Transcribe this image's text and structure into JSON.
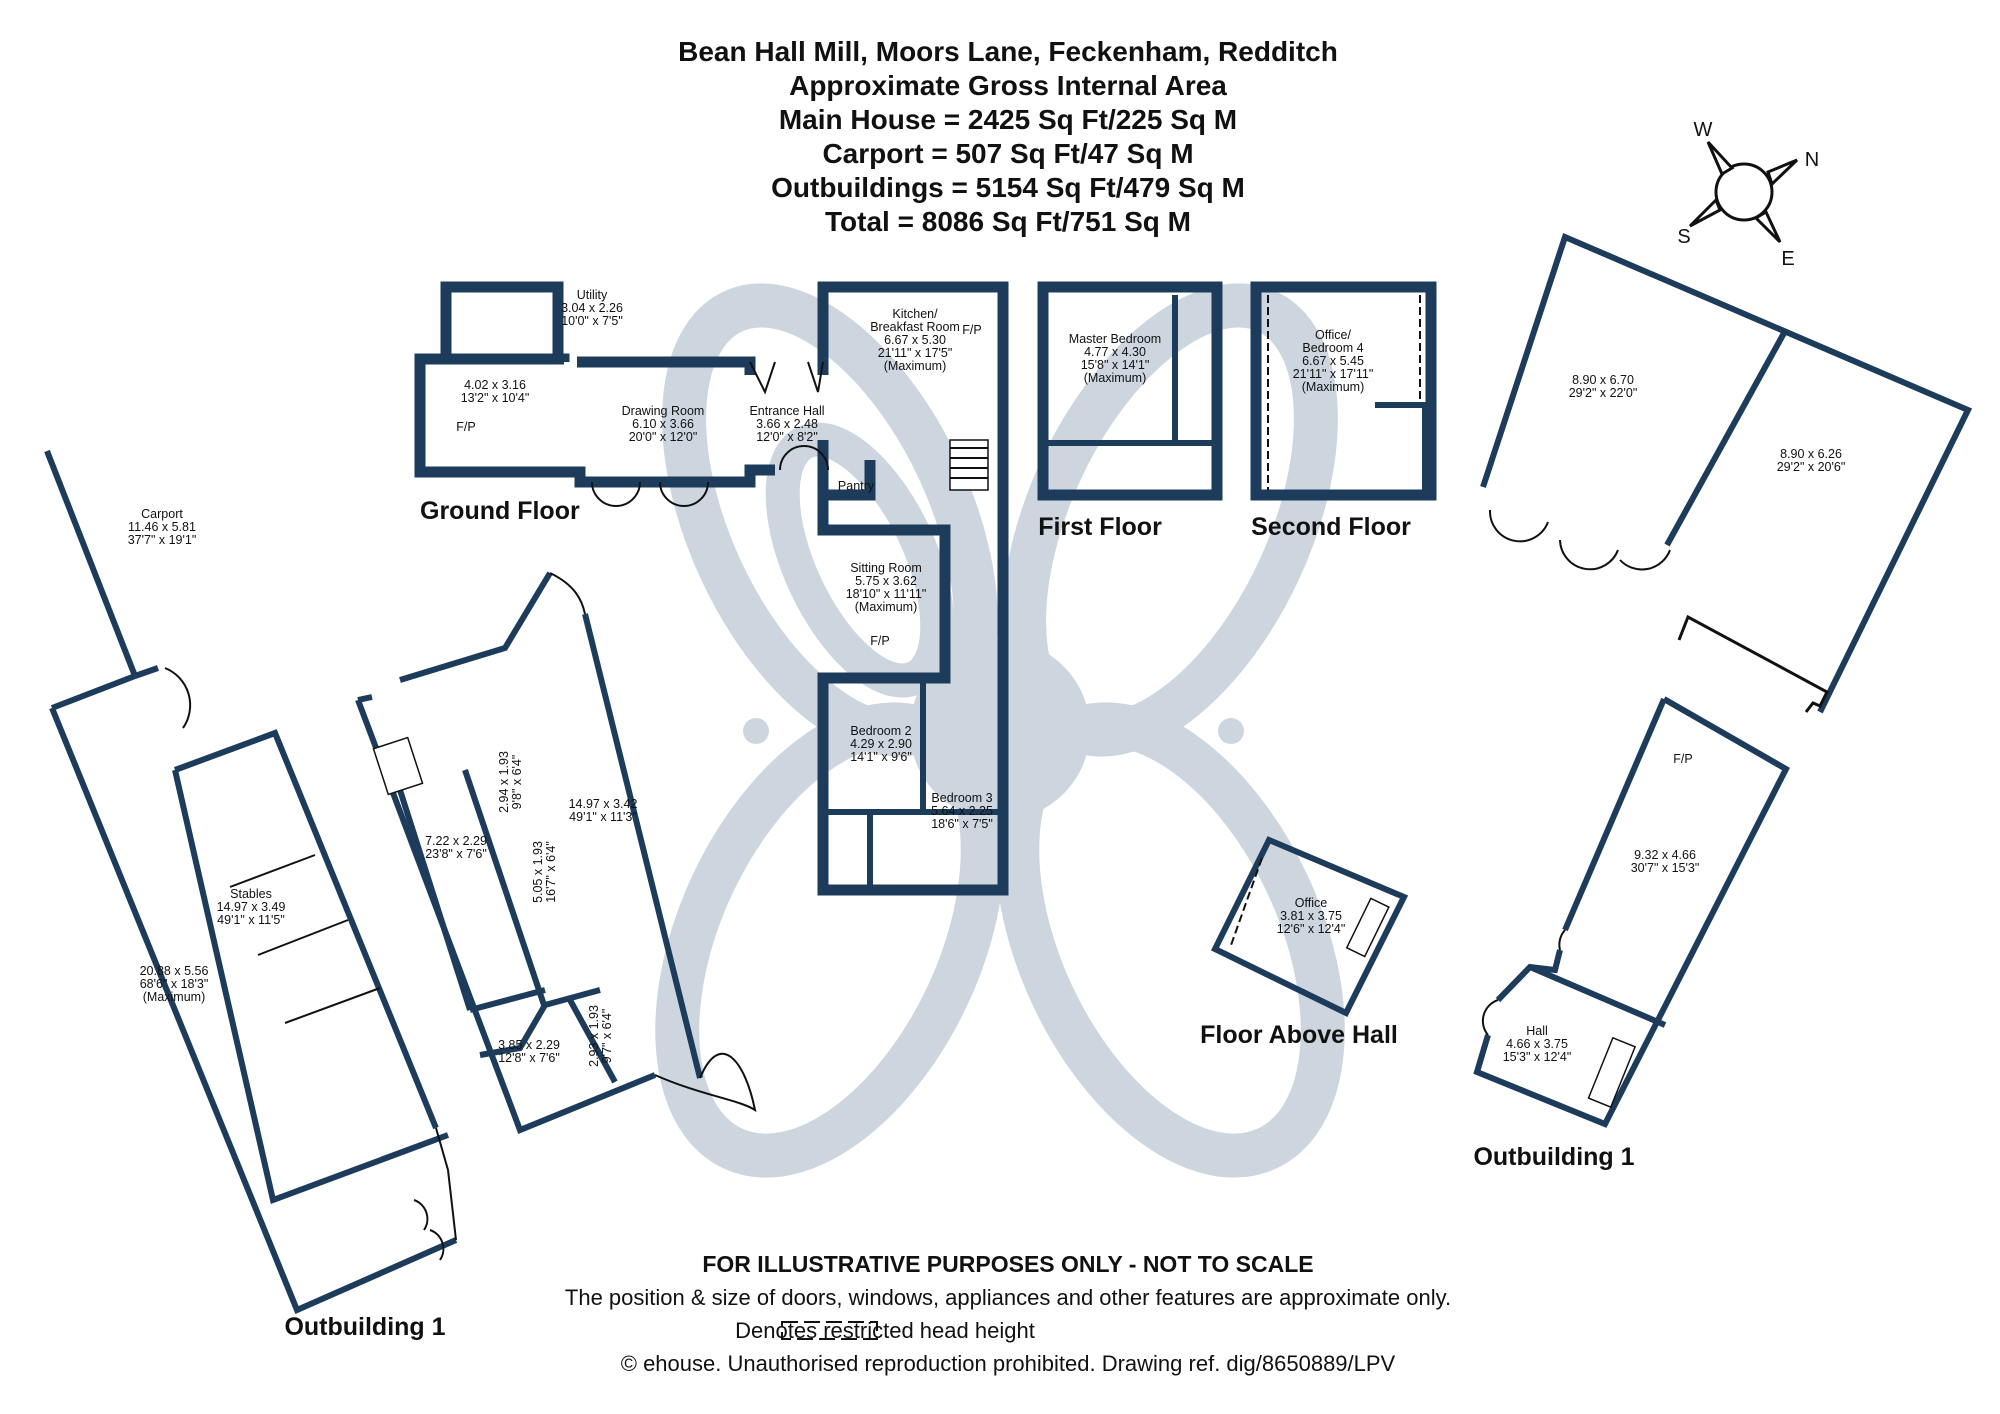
{
  "header": {
    "lines": [
      "Bean Hall Mill, Moors Lane, Feckenham, Redditch",
      "Approximate Gross Internal Area",
      "Main House = 2425 Sq Ft/225 Sq M",
      "Carport = 507 Sq Ft/47 Sq M",
      "Outbuildings = 5154 Sq Ft/479 Sq M",
      "Total = 8086 Sq Ft/751 Sq M"
    ]
  },
  "compass": {
    "n": "N",
    "e": "E",
    "s": "S",
    "w": "W"
  },
  "floors": {
    "ground": "Ground Floor",
    "first": "First Floor",
    "second": "Second Floor",
    "above_hall": "Floor Above Hall",
    "outbuilding_left": "Outbuilding 1",
    "outbuilding_right": "Outbuilding 1"
  },
  "rooms": {
    "utility": [
      "Utility",
      "3.04 x 2.26",
      "10'0\" x 7'5\""
    ],
    "room_a": [
      "4.02 x 3.16",
      "13'2\" x 10'4\""
    ],
    "fp_a": "F/P",
    "drawing": [
      "Drawing Room",
      "6.10 x 3.66",
      "20'0\" x 12'0\""
    ],
    "entrance": [
      "Entrance Hall",
      "3.66 x 2.48",
      "12'0\" x 8'2\""
    ],
    "kitchen": [
      "Kitchen/",
      "Breakfast Room",
      "6.67 x 5.30",
      "21'11\" x 17'5\"",
      "(Maximum)"
    ],
    "fp_kitchen": "F/P",
    "pantry": "Pantry",
    "sitting": [
      "Sitting Room",
      "5.75 x 3.62",
      "18'10\" x 11'11\"",
      "(Maximum)"
    ],
    "fp_sitting": "F/P",
    "bedroom2": [
      "Bedroom 2",
      "4.29 x 2.90",
      "14'1\" x 9'6\""
    ],
    "bedroom3": [
      "Bedroom 3",
      "5.64 x 2.25",
      "18'6\" x 7'5\""
    ],
    "master": [
      "Master Bedroom",
      "4.77 x 4.30",
      "15'8\" x 14'1\"",
      "(Maximum)"
    ],
    "office_bed4": [
      "Office/",
      "Bedroom 4",
      "6.67 x 5.45",
      "21'11\" x 17'11\"",
      "(Maximum)"
    ],
    "carport": [
      "Carport",
      "11.46 x 5.81",
      "37'7\" x 19'1\""
    ],
    "big_outbuilding": [
      "20.88 x 5.56",
      "68'6\" x 18'3\"",
      "(Maximum)"
    ],
    "stables": [
      "Stables",
      "14.97 x 3.49",
      "49'1\" x 11'5\""
    ],
    "ob_main": [
      "14.97 x 3.42",
      "49'1\" x 11'3\""
    ],
    "ob_store": [
      "7.22 x 2.29",
      "23'8\" x 7'6\""
    ],
    "ob_r1": [
      "2.94 x 1.93",
      "9'8\" x 6'4\""
    ],
    "ob_r2": [
      "5.05 x 1.93",
      "16'7\" x 6'4\""
    ],
    "ob_r3": [
      "3.85 x 2.29",
      "12'8\" x 7'6\""
    ],
    "ob_r4": [
      "2.93 x 1.93",
      "9'7\" x 6'4\""
    ],
    "barn_a": [
      "8.90 x 6.70",
      "29'2\" x 22'0\""
    ],
    "barn_b": [
      "8.90 x 6.26",
      "29'2\" x 20'6\""
    ],
    "ob2_main": [
      "9.32 x 4.66",
      "30'7\" x 15'3\""
    ],
    "fp_ob2": "F/P",
    "hall": [
      "Hall",
      "4.66 x 3.75",
      "15'3\" x 12'4\""
    ],
    "office": [
      "Office",
      "3.81 x 3.75",
      "12'6\" x 12'4\""
    ]
  },
  "footer": {
    "disclaimer": "FOR ILLUSTRATIVE PURPOSES ONLY - NOT TO SCALE",
    "note": "The position & size of doors, windows, appliances and other features are approximate only.",
    "legend": "Denotes restricted head height",
    "copyright": "© ehouse. Unauthorised reproduction prohibited. Drawing ref. dig/8650889/LPV"
  },
  "colors": {
    "walls": "#1d3c5c",
    "watermark": "#cdd6df"
  }
}
